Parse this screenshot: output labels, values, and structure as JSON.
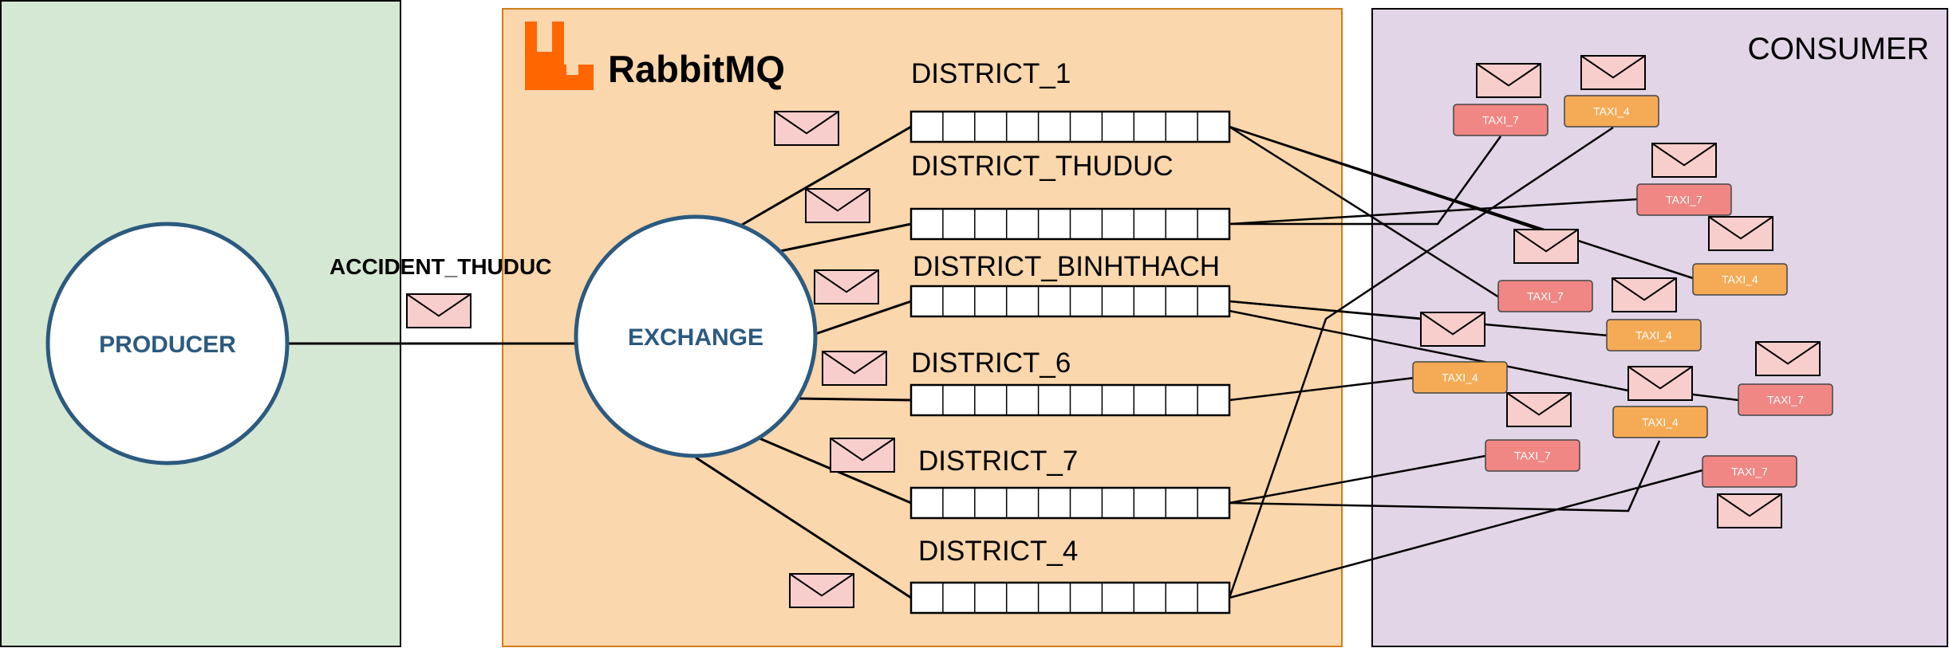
{
  "producer": {
    "zone_title": "",
    "node_label": "PRODUCER"
  },
  "broker": {
    "logo_text": "RabbitMQ",
    "exchange_label": "EXCHANGE"
  },
  "consumer": {
    "zone_title": "CONSUMER"
  },
  "routing_key": "ACCIDENT_THUDUC",
  "queues": [
    {
      "name": "DISTRICT_1"
    },
    {
      "name": "DISTRICT_THUDUC"
    },
    {
      "name": "DISTRICT_BINHTHACH"
    },
    {
      "name": "DISTRICT_6"
    },
    {
      "name": "DISTRICT_7"
    },
    {
      "name": "DISTRICT_4"
    }
  ],
  "taxis": [
    {
      "label": "TAXI_7",
      "kind": "taxi7"
    },
    {
      "label": "TAXI_4",
      "kind": "taxi4"
    },
    {
      "label": "TAXI_7",
      "kind": "taxi7"
    },
    {
      "label": "TAXI_4",
      "kind": "taxi4"
    },
    {
      "label": "TAXI_7",
      "kind": "taxi7"
    },
    {
      "label": "TAXI_4",
      "kind": "taxi4"
    },
    {
      "label": "TAXI_4",
      "kind": "taxi4"
    },
    {
      "label": "TAXI_7",
      "kind": "taxi7"
    },
    {
      "label": "TAXI_4",
      "kind": "taxi4"
    },
    {
      "label": "TAXI_7",
      "kind": "taxi7"
    },
    {
      "label": "TAXI_7",
      "kind": "taxi7"
    }
  ],
  "colors": {
    "producer_bg": "#d5e8d4",
    "broker_bg": "#fad7ac",
    "broker_border": "#d07e1a",
    "consumer_bg": "#e1d5e7",
    "node_border": "#2c5a7f",
    "node_text": "#2c5a7f",
    "logo": "#ff6600",
    "envelope_fill": "#f8cecc",
    "taxi7_fill": "#f08784",
    "taxi4_fill": "#f5ab56"
  }
}
